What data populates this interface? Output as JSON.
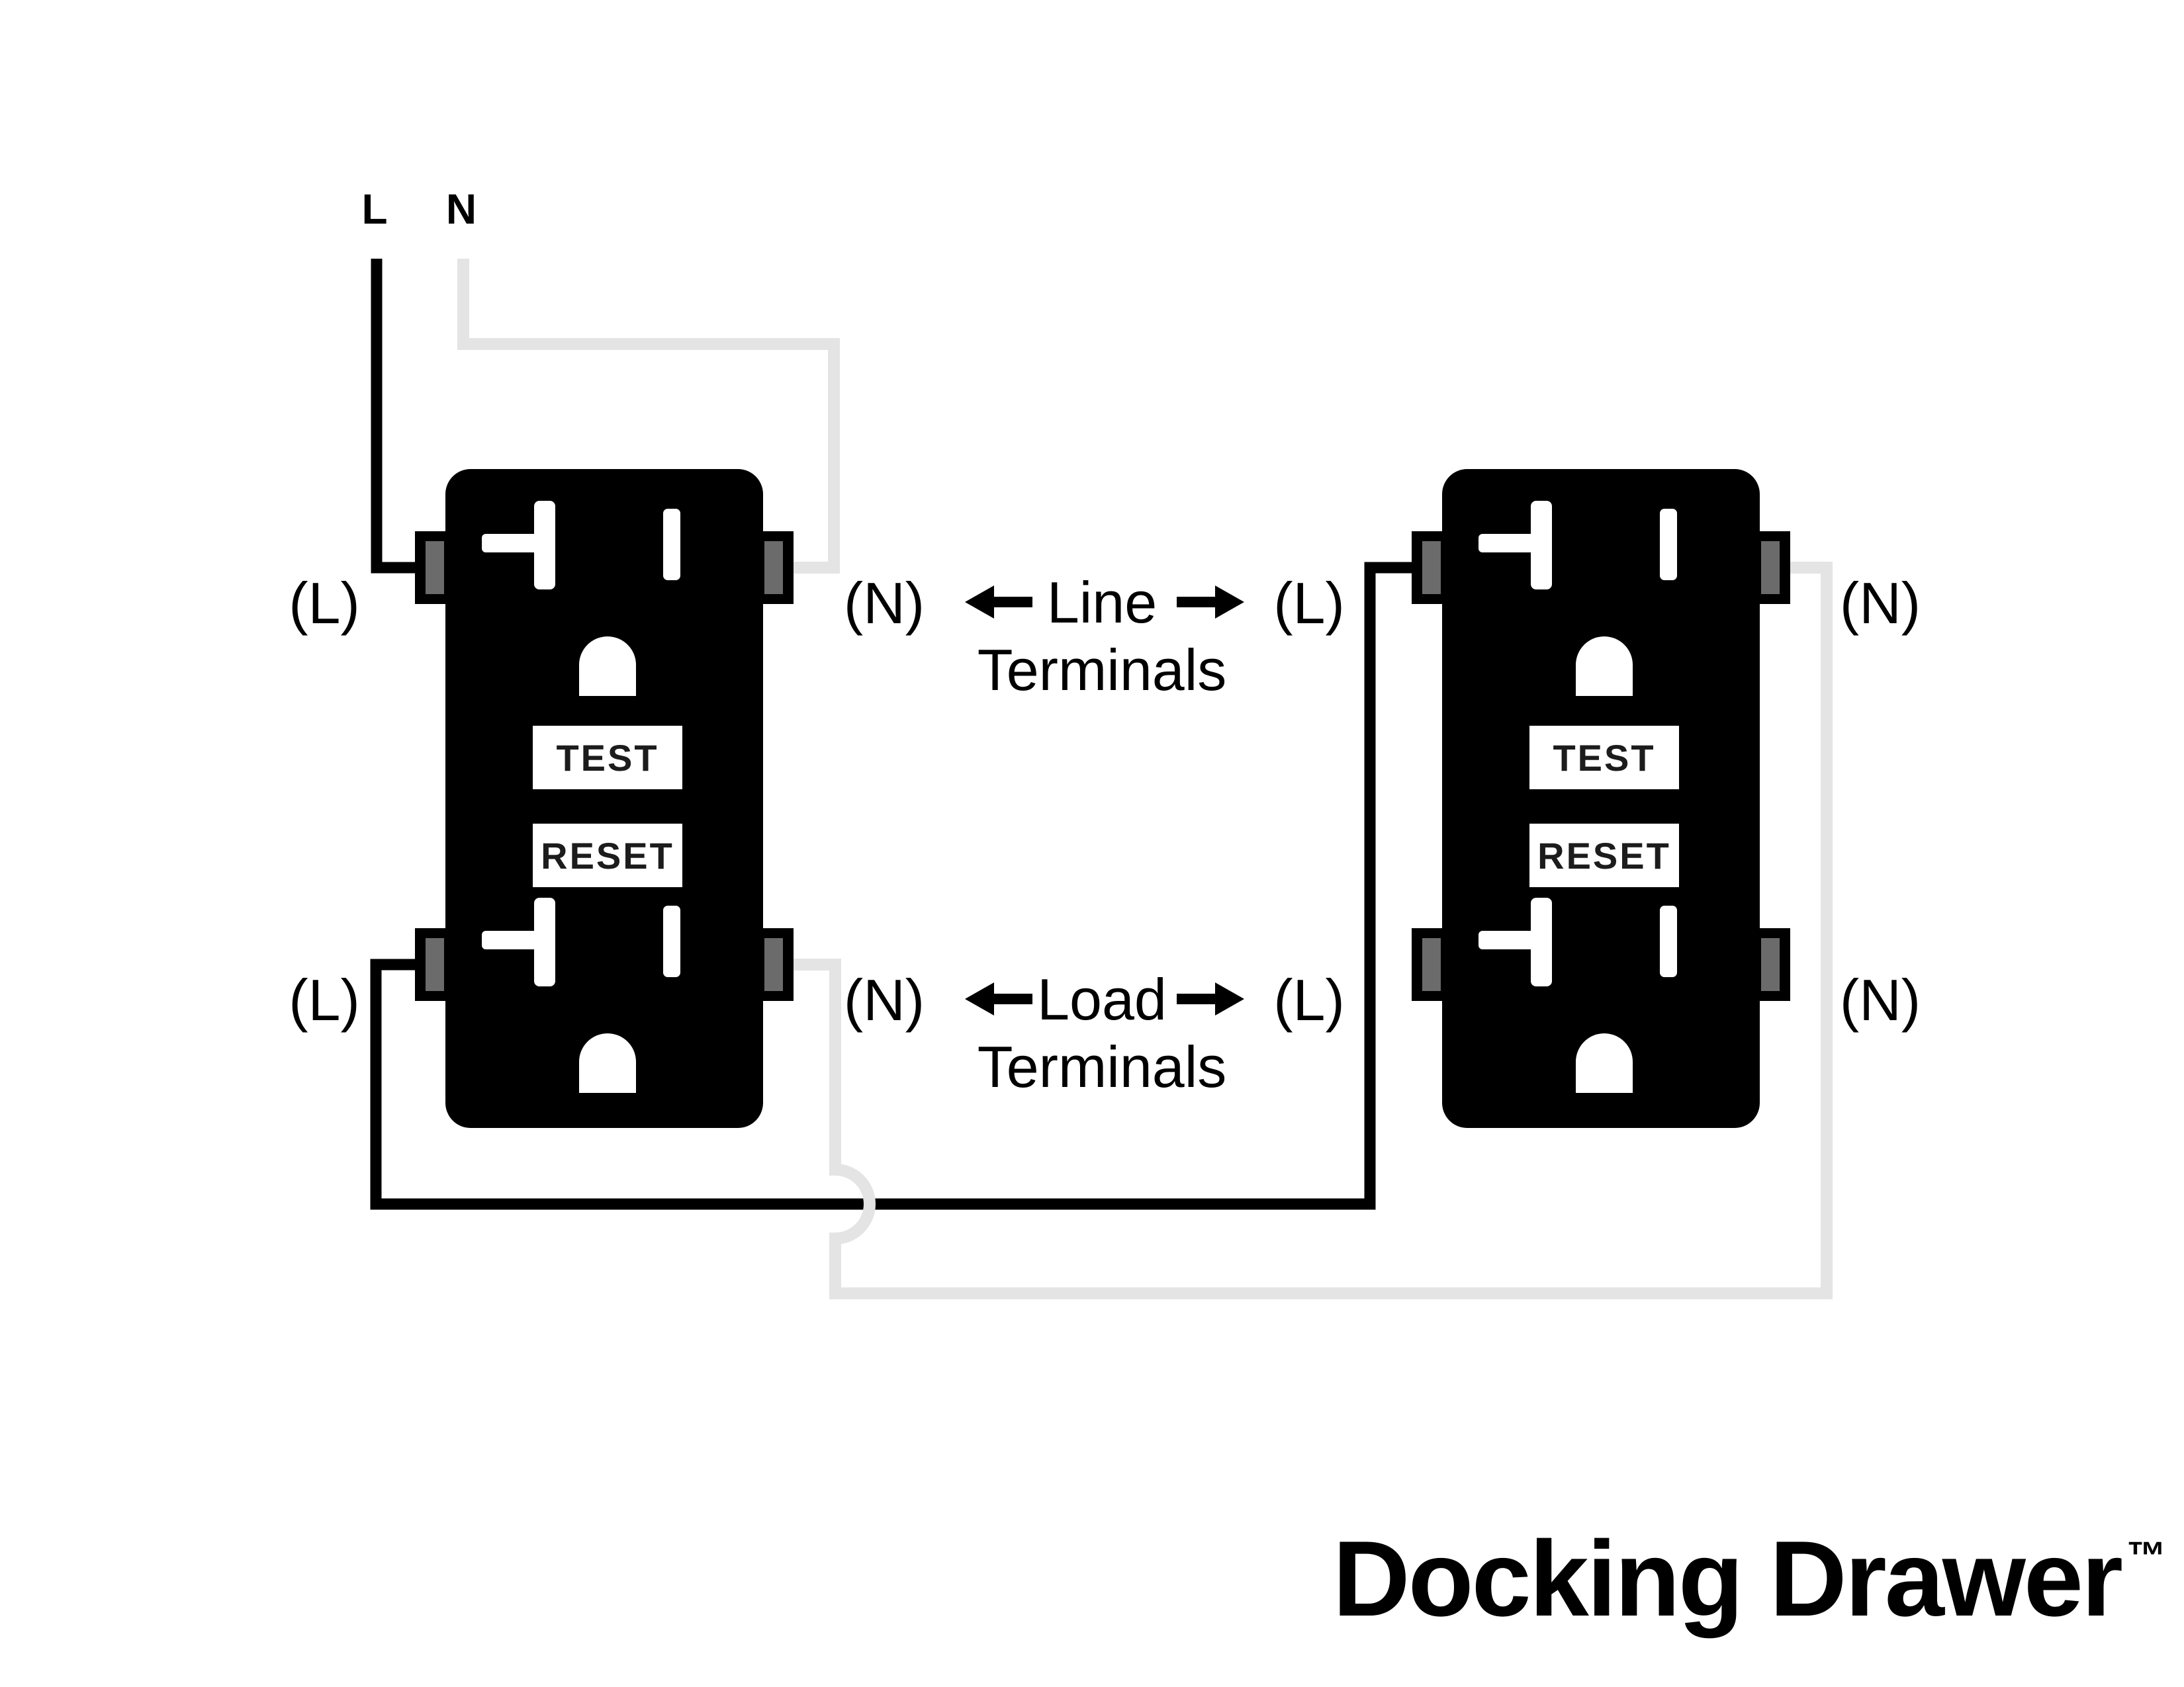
{
  "colors": {
    "ink": "#000000",
    "paper": "#ffffff",
    "neutralWire": "#e4e4e4",
    "contactGray": "#6b6b6b",
    "btnText": "#1c1c1c"
  },
  "source": {
    "live_label": "L",
    "neutral_label": "N"
  },
  "captions": {
    "line": {
      "title": "Line",
      "subtitle": "Terminals"
    },
    "load": {
      "title": "Load",
      "subtitle": "Terminals"
    }
  },
  "outlets": {
    "left": {
      "line_left": "(L)",
      "line_right": "(N)",
      "load_left": "(L)",
      "load_right": "(N)",
      "test": "TEST",
      "reset": "RESET"
    },
    "right": {
      "line_left": "(L)",
      "line_right": "(N)",
      "load_left": "(L)",
      "load_right": "(N)",
      "test": "TEST",
      "reset": "RESET"
    }
  },
  "logo": {
    "name": "Docking Drawer",
    "tm": "™"
  }
}
